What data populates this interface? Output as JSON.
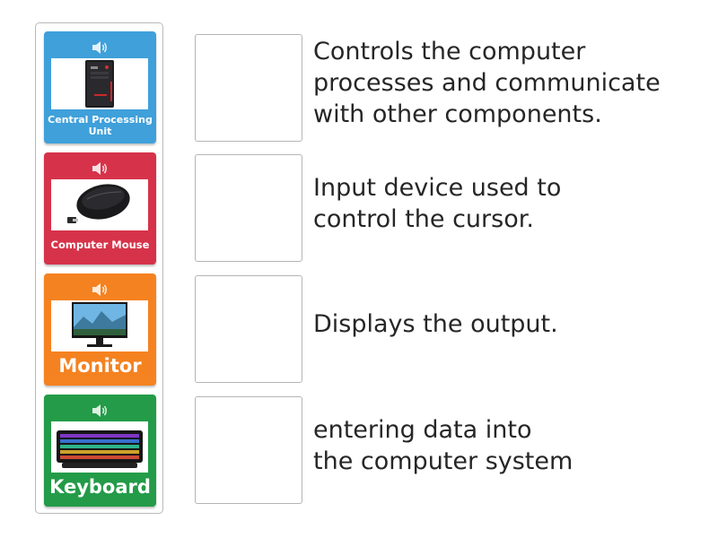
{
  "items": [
    {
      "card_label": "Central Processing Unit",
      "card_color": "#3fa0da",
      "image_icon": "cpu-tower-icon",
      "description": "Controls the computer\nprocesses and communicate\n with other components."
    },
    {
      "card_label": "Computer Mouse",
      "card_color": "#d6334a",
      "image_icon": "wireless-mouse-icon",
      "description": "Input device used to\ncontrol the cursor."
    },
    {
      "card_label": "Monitor",
      "card_color": "#f58220",
      "image_icon": "monitor-icon",
      "description": "Displays the output."
    },
    {
      "card_label": "Keyboard",
      "card_color": "#239b48",
      "image_icon": "rgb-keyboard-icon",
      "description": "entering data into\n the computer system"
    }
  ]
}
